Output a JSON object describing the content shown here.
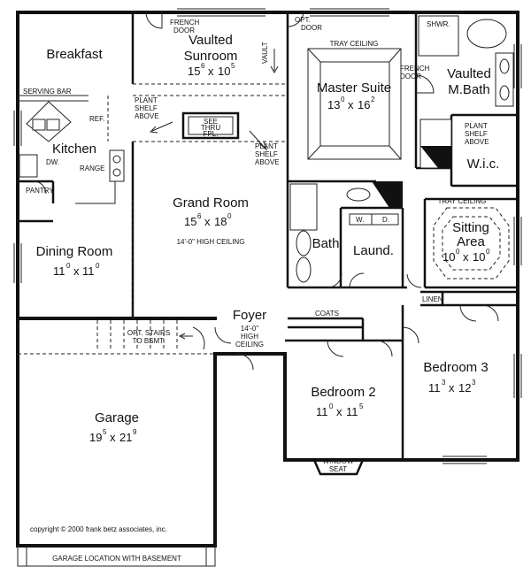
{
  "rooms": {
    "breakfast": {
      "name": "Breakfast"
    },
    "sunroom": {
      "name_line1": "Vaulted",
      "name_line2": "Sunroom",
      "dim_a": "15",
      "dim_a_sup": "6",
      "dim_b": "10",
      "dim_b_sup": "5"
    },
    "master_suite": {
      "name": "Master Suite",
      "dim_a": "13",
      "dim_a_sup": "0",
      "dim_b": "16",
      "dim_b_sup": "2"
    },
    "master_bath": {
      "name_line1": "Vaulted",
      "name_line2": "M.Bath"
    },
    "wic": {
      "name": "W.i.c."
    },
    "kitchen": {
      "name": "Kitchen"
    },
    "grand_room": {
      "name": "Grand Room",
      "dim_a": "15",
      "dim_a_sup": "6",
      "dim_b": "18",
      "dim_b_sup": "0",
      "note": "14'-0\" HIGH CEILING"
    },
    "dining_room": {
      "name": "Dining Room",
      "dim_a": "11",
      "dim_a_sup": "0",
      "dim_b": "11",
      "dim_b_sup": "0"
    },
    "bath": {
      "name": "Bath"
    },
    "laundry": {
      "name": "Laund."
    },
    "sitting_area": {
      "name_line1": "Sitting",
      "name_line2": "Area",
      "dim_a": "10",
      "dim_a_sup": "0",
      "dim_b": "10",
      "dim_b_sup": "0"
    },
    "foyer": {
      "name": "Foyer",
      "note_line1": "14'-0\"",
      "note_line2": "HIGH",
      "note_line3": "CEILING"
    },
    "bedroom2": {
      "name": "Bedroom 2",
      "dim_a": "11",
      "dim_a_sup": "0",
      "dim_b": "11",
      "dim_b_sup": "5"
    },
    "bedroom3": {
      "name": "Bedroom 3",
      "dim_a": "11",
      "dim_a_sup": "3",
      "dim_b": "12",
      "dim_b_sup": "3"
    },
    "garage": {
      "name": "Garage",
      "dim_a": "19",
      "dim_a_sup": "5",
      "dim_b": "21",
      "dim_b_sup": "9"
    }
  },
  "labels": {
    "french_door_top": [
      "FRENCH",
      "DOOR"
    ],
    "opt_door": [
      "OPT.",
      "DOOR"
    ],
    "tray_ceiling_master": "TRAY CEILING",
    "shwr": "SHWR.",
    "french_door_bath": [
      "FRENCH",
      "DOOR"
    ],
    "vault": "VAULT",
    "serving_bar": "SERVING BAR",
    "plant_shelf_left": [
      "PLANT",
      "SHELF",
      "ABOVE"
    ],
    "see_thru_fpl": [
      "SEE",
      "THRU",
      "FPL."
    ],
    "plant_shelf_right": [
      "PLANT",
      "SHELF",
      "ABOVE"
    ],
    "plant_shelf_wic": [
      "PLANT",
      "SHELF",
      "ABOVE"
    ],
    "ref": "REF.",
    "dw": "DW.",
    "range": "RANGE",
    "pantry": "PANTRY",
    "w": "W.",
    "d": "D.",
    "tray_ceiling_sitting": "TRAY CEILING",
    "coats": "COATS",
    "linen": "LINEN",
    "opt_stairs": [
      "OPT. STAIRS",
      "TO BSMT."
    ],
    "window_seat": [
      "WINDOW",
      "SEAT"
    ],
    "copyright": "copyright © 2000 frank betz associates, inc.",
    "garage_location": "GARAGE LOCATION WITH BASEMENT"
  }
}
